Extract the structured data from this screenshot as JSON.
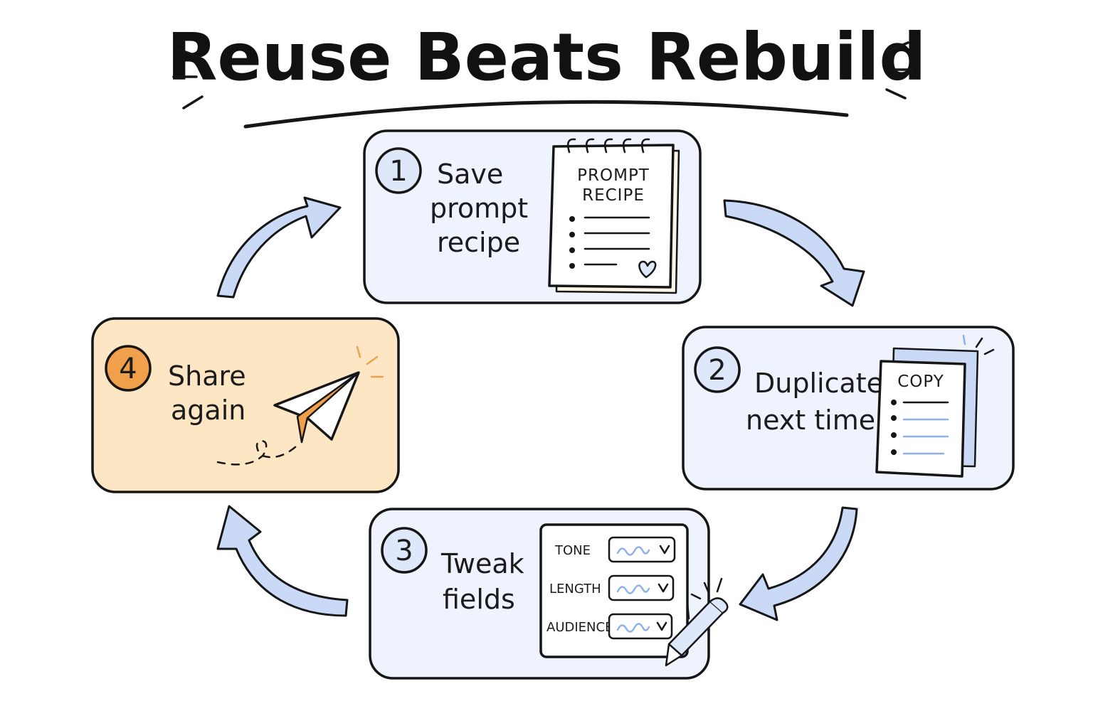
{
  "title": "Reuse Beats Rebuild",
  "colors": {
    "ink": "#161616",
    "card_blue": "#eef3fd",
    "card_orange": "#fde6c4",
    "arrow_blue": "#c9d9f6",
    "accent_orange": "#f0a04b",
    "accent_blue": "#8fb0ee"
  },
  "steps": [
    {
      "number": "1",
      "lines": [
        "Save",
        "prompt",
        "recipe"
      ],
      "card": {
        "kind": "notepad",
        "heading": [
          "PROMPT",
          "RECIPE"
        ],
        "icon": "heart-icon"
      }
    },
    {
      "number": "2",
      "lines": [
        "Duplicate",
        "next time"
      ],
      "card": {
        "kind": "copy-sheets",
        "heading": [
          "COPY"
        ]
      }
    },
    {
      "number": "3",
      "lines": [
        "Tweak",
        "fields"
      ],
      "card": {
        "kind": "form",
        "fields": [
          "TONE",
          "LENGTH",
          "AUDIENCE"
        ],
        "icon": "pencil-icon"
      }
    },
    {
      "number": "4",
      "lines": [
        "Share",
        "again"
      ],
      "card": {
        "kind": "paper-plane",
        "icon": "paper-plane-icon"
      }
    }
  ]
}
